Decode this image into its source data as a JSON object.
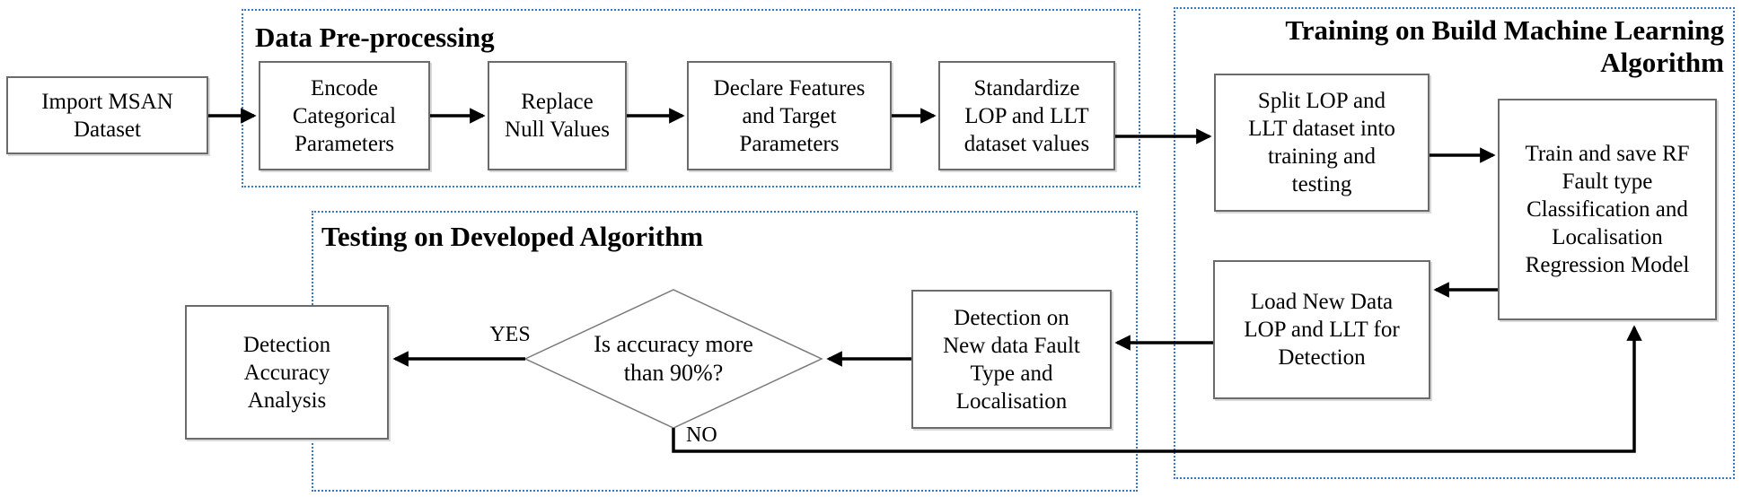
{
  "colors": {
    "container_border": "#3c77be",
    "box_border": "#6b6b6b",
    "diamond_border": "#7a7a7a",
    "arrow": "#000000",
    "text": "#000000"
  },
  "sections": {
    "preprocessing": {
      "title": "Data Pre-processing"
    },
    "training": {
      "title_lines": [
        "Training on Build Machine Learning",
        "Algorithm"
      ]
    },
    "testing": {
      "title": "Testing on Developed Algorithm"
    }
  },
  "nodes": {
    "import_dataset": {
      "lines": [
        "Import MSAN",
        "Dataset"
      ]
    },
    "encode_categorical": {
      "lines": [
        "Encode",
        "Categorical",
        "Parameters"
      ]
    },
    "replace_null": {
      "lines": [
        "Replace",
        "Null Values"
      ]
    },
    "declare_features": {
      "lines": [
        "Declare Features",
        "and Target",
        "Parameters"
      ]
    },
    "standardize": {
      "lines": [
        "Standardize",
        "LOP and LLT",
        "dataset values"
      ]
    },
    "split_dataset": {
      "lines": [
        "Split LOP and",
        "LLT dataset into",
        "training and",
        "testing"
      ]
    },
    "train_model": {
      "lines": [
        "Train and save RF",
        "Fault type",
        "Classification and",
        "Localisation",
        "Regression Model"
      ]
    },
    "load_new_data": {
      "lines": [
        "Load New Data",
        "LOP and LLT for",
        "Detection"
      ]
    },
    "detect_new_data": {
      "lines": [
        "Detection on",
        "New data Fault",
        "Type and",
        "Localisation"
      ]
    },
    "decision": {
      "lines": [
        "Is accuracy more",
        "than 90%?"
      ]
    },
    "accuracy_analysis": {
      "lines": [
        "Detection",
        "Accuracy",
        "Analysis"
      ]
    }
  },
  "edge_labels": {
    "yes": "YES",
    "no": "NO"
  }
}
